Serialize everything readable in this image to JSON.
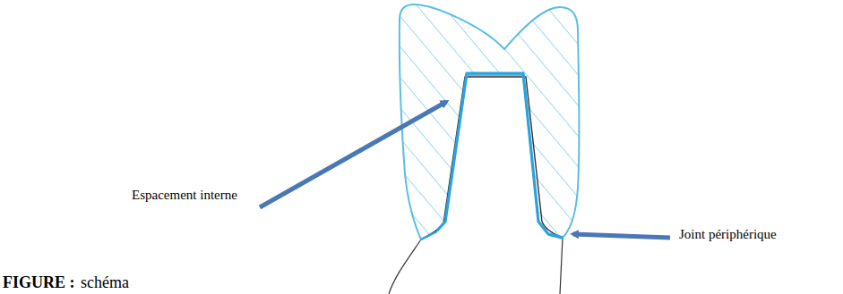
{
  "diagram": {
    "labels": [
      "Espacement interne",
      "Joint périphérique",
      "FIGURE :",
      "schéma"
    ]
  }
}
